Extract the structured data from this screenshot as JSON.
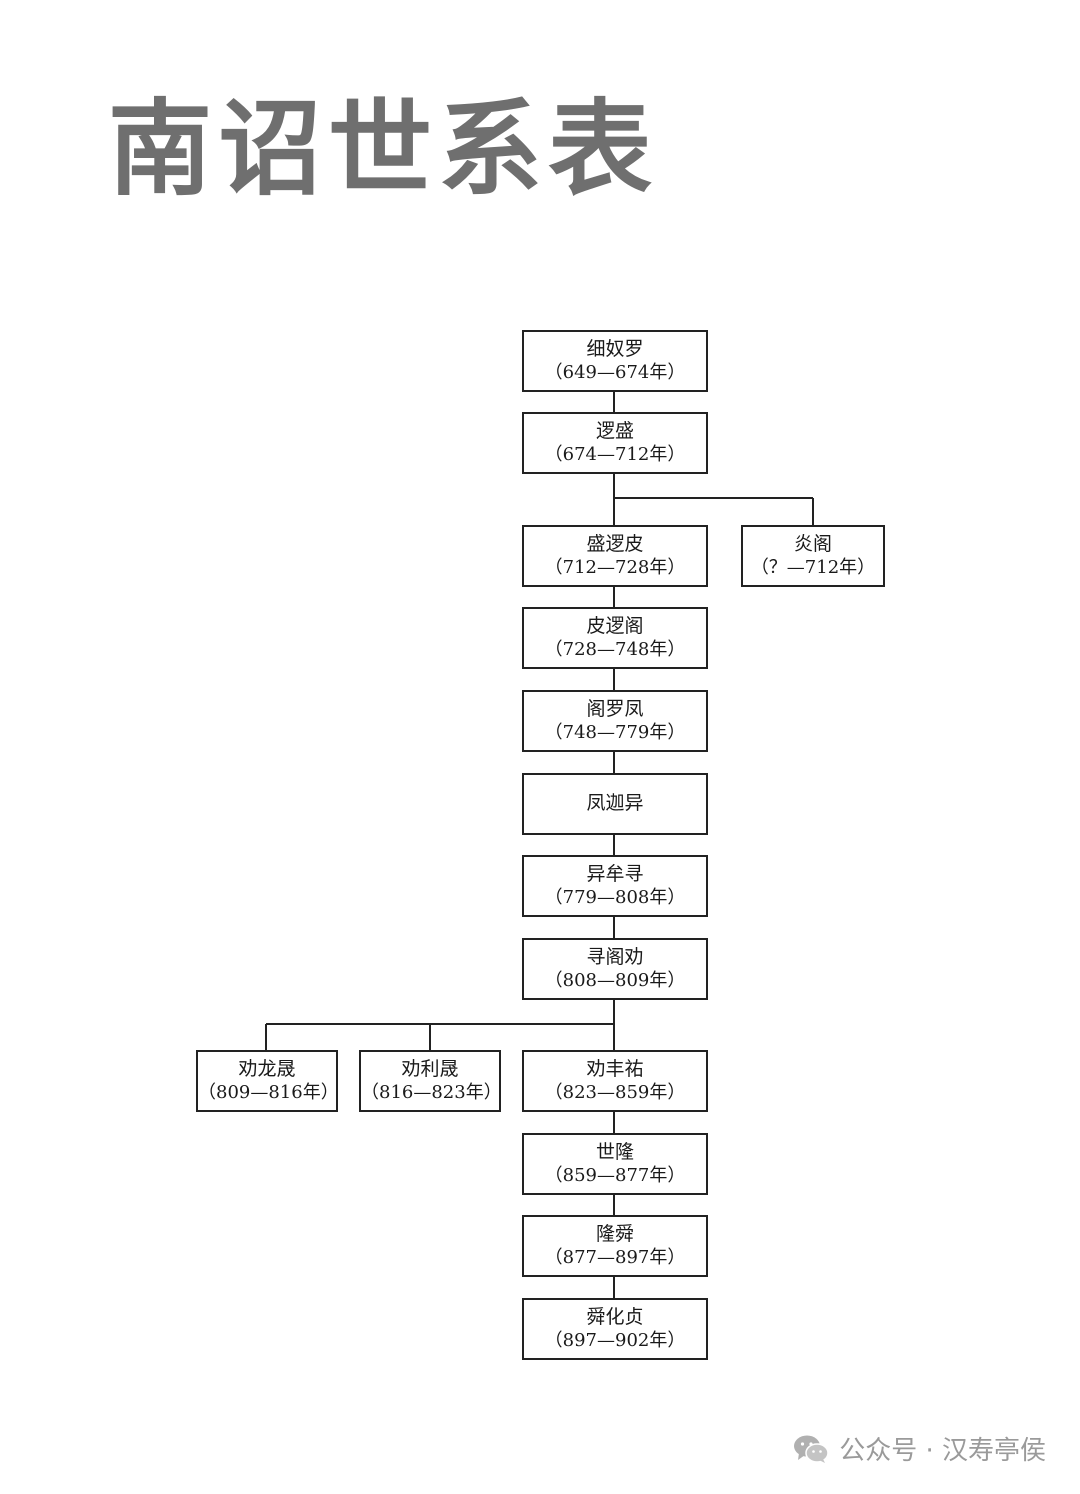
{
  "title": "南诏世系表",
  "rulers": [
    {
      "id": "xinuluo",
      "name": "细奴罗",
      "years": "（649—674年）"
    },
    {
      "id": "luosheng",
      "name": "逻盛",
      "years": "（674—712年）"
    },
    {
      "id": "shengluopi",
      "name": "盛逻皮",
      "years": "（712—728年）"
    },
    {
      "id": "yange",
      "name": "炎阁",
      "years": "（？—712年）"
    },
    {
      "id": "piluoge",
      "name": "皮逻阁",
      "years": "（728—748年）"
    },
    {
      "id": "geluofeng",
      "name": "阁罗凤",
      "years": "（748—779年）"
    },
    {
      "id": "fengjiayi",
      "name": "凤迦异",
      "years": ""
    },
    {
      "id": "yimouxun",
      "name": "异牟寻",
      "years": "（779—808年）"
    },
    {
      "id": "xungequan",
      "name": "寻阁劝",
      "years": "（808—809年）"
    },
    {
      "id": "quanlongsheng",
      "name": "劝龙晟",
      "years": "（809—816年）"
    },
    {
      "id": "quanlisheng",
      "name": "劝利晟",
      "years": "（816—823年）"
    },
    {
      "id": "quanfengyou",
      "name": "劝丰祐",
      "years": "（823—859年）"
    },
    {
      "id": "shilong",
      "name": "世隆",
      "years": "（859—877年）"
    },
    {
      "id": "longshun",
      "name": "隆舜",
      "years": "（877—897年）"
    },
    {
      "id": "shunhuazhen",
      "name": "舜化贞",
      "years": "（897—902年）"
    }
  ],
  "watermark": {
    "icon": "wechat-icon",
    "text": "公众号 · 汉寿亭侯"
  }
}
